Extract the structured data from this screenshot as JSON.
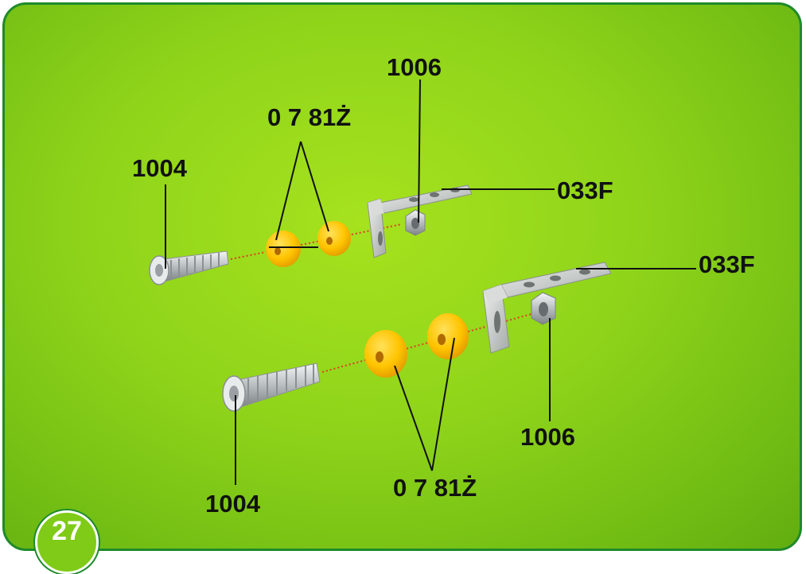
{
  "labels": {
    "top_bolt": "1004",
    "top_spacers": "0 7 81Ż",
    "top_nut": "1006",
    "top_bracket": "033F",
    "bottom_bracket": "033F",
    "bottom_nut": "1006",
    "bottom_bolt": "1004",
    "bottom_spacers": "0 7 81Ż"
  },
  "step_number": "27",
  "colors": {
    "background": "#8fd41a",
    "border": "#1e8a2a",
    "spacer": "#ffc400",
    "metal": "#c8ccce",
    "guide_line": "#e0392a"
  }
}
